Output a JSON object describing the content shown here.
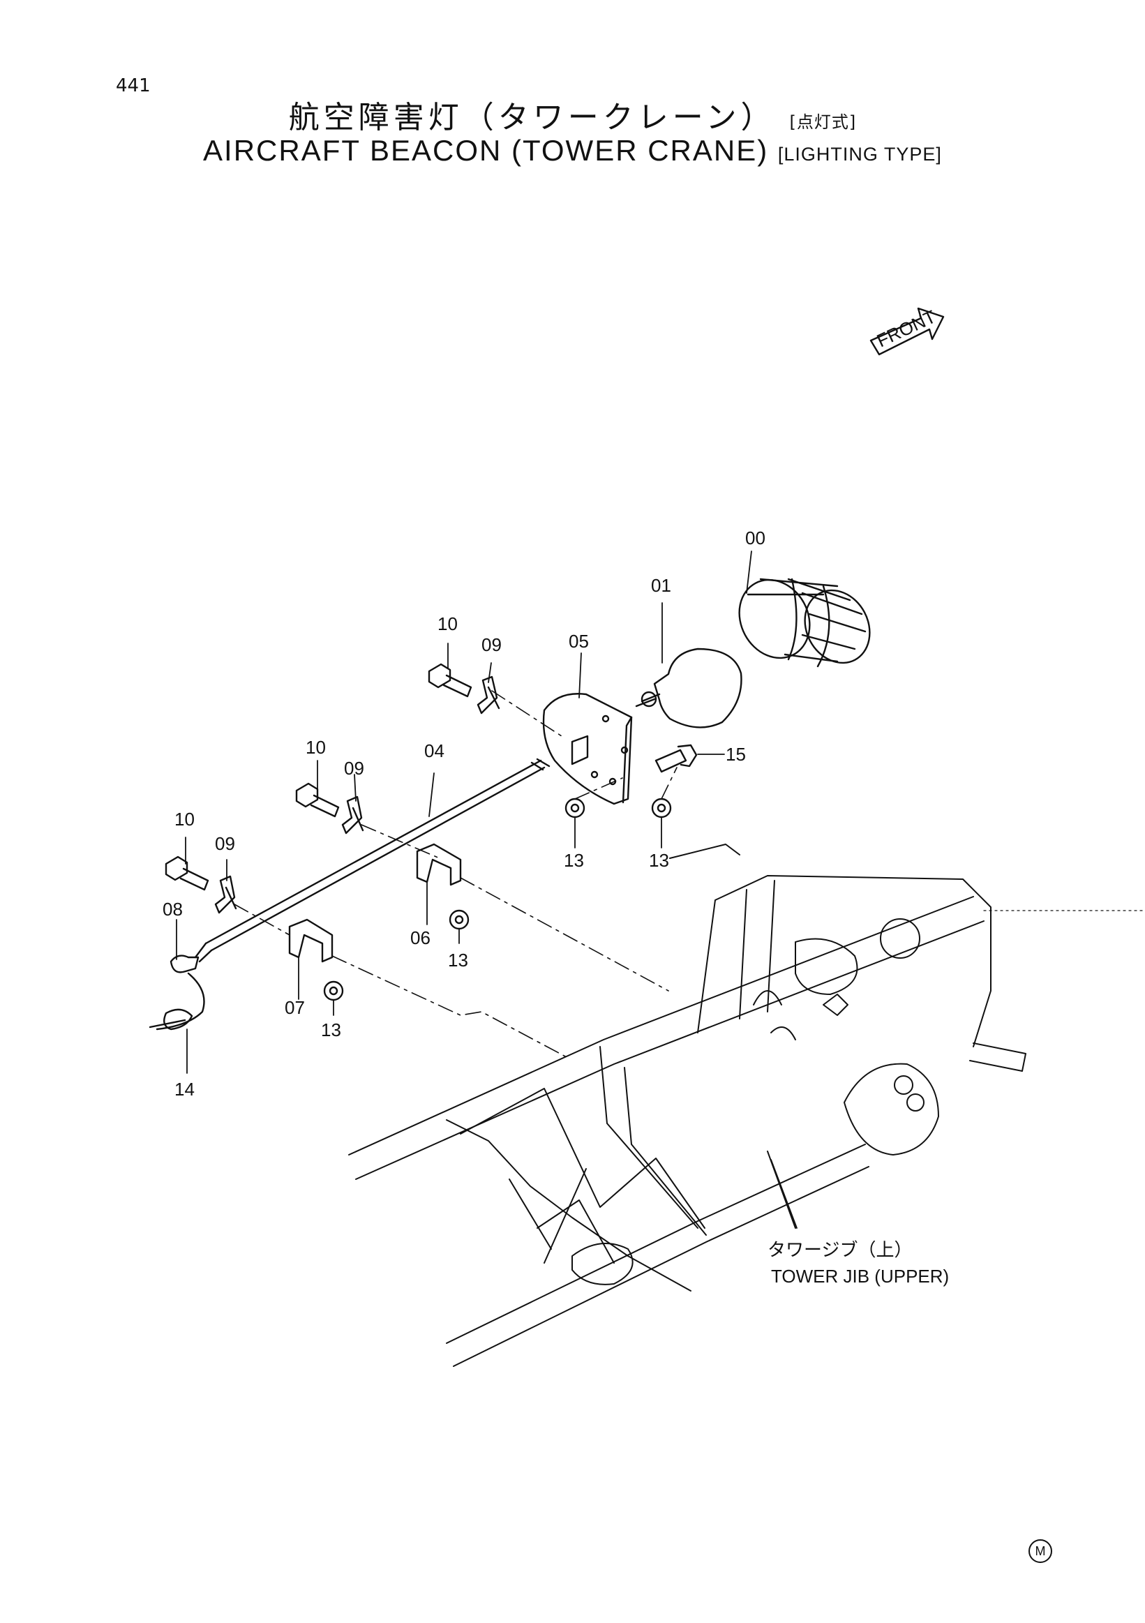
{
  "page": {
    "number": "441",
    "title_jp": "航空障害灯（タワークレーン）",
    "title_jp_suffix": "[点灯式]",
    "title_en": "AIRCRAFT BEACON (TOWER CRANE)",
    "title_en_suffix": "[LIGHTING TYPE]",
    "front_label": "FRONT",
    "marker": "M"
  },
  "callouts": [
    "00",
    "01",
    "05",
    "09",
    "10",
    "10",
    "09",
    "04",
    "15",
    "13",
    "13",
    "10",
    "09",
    "06",
    "13",
    "08",
    "07",
    "13",
    "14"
  ],
  "tower_jib": {
    "label_jp": "タワージブ（上）",
    "label_en": "TOWER JIB (UPPER)"
  }
}
